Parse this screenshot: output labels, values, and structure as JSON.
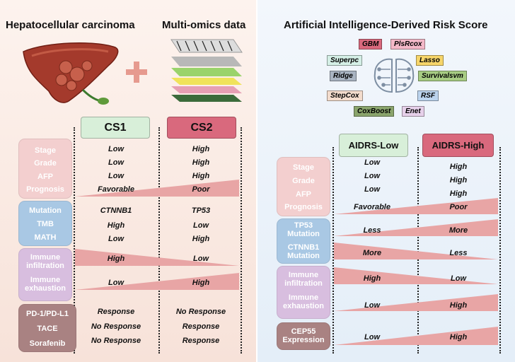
{
  "left": {
    "title_hcc": "Hepatocellular carcinoma",
    "title_omics": "Multi-omics data",
    "plus": "+",
    "cs1": "CS1",
    "cs2": "CS2",
    "clinical": {
      "labels": [
        "Stage",
        "Grade",
        "AFP",
        "Prognosis"
      ],
      "cs1": [
        "Low",
        "Low",
        "Low",
        "Favorable"
      ],
      "cs2": [
        "High",
        "High",
        "High",
        "Poor"
      ]
    },
    "genomic": {
      "labels": [
        "Mutation",
        "TMB",
        "MATH"
      ],
      "cs1": [
        "CTNNB1",
        "High",
        "Low"
      ],
      "cs2": [
        "TP53",
        "Low",
        "High"
      ]
    },
    "immune": {
      "labels": [
        "Immune infiltration",
        "Immune exhaustion"
      ],
      "cs1": [
        "High",
        "Low"
      ],
      "cs2": [
        "Low",
        "High"
      ]
    },
    "therapy": {
      "labels": [
        "PD-1/PD-L1",
        "TACE",
        "Sorafenib"
      ],
      "cs1": [
        "Response",
        "No Response",
        "No Response"
      ],
      "cs2": [
        "No Response",
        "Response",
        "Response"
      ]
    }
  },
  "right": {
    "title": "Artificial Intelligence-Derived Risk Score",
    "algorithms": [
      "GBM",
      "PlsRcox",
      "Superpc",
      "Lasso",
      "Ridge",
      "Survivalsvm",
      "StepCox",
      "RSF",
      "CoxBoost",
      "Enet"
    ],
    "low": "AIDRS-Low",
    "high": "AIDRS-High",
    "clinical": {
      "labels": [
        "Stage",
        "Grade",
        "AFP",
        "Prognosis"
      ],
      "low": [
        "Low",
        "Low",
        "Low",
        "Favorable"
      ],
      "high": [
        "High",
        "High",
        "High",
        "Poor"
      ]
    },
    "mutation": {
      "labels": [
        "TP53 Mutation",
        "CTNNB1 Mutation"
      ],
      "low": [
        "Less",
        "More"
      ],
      "high": [
        "More",
        "Less"
      ]
    },
    "immune": {
      "labels": [
        "Immune infiltration",
        "Immune exhaustion"
      ],
      "low": [
        "High",
        "Low"
      ],
      "high": [
        "Low",
        "High"
      ]
    },
    "cep55": {
      "labels": [
        "CEP55 Expression"
      ],
      "low": [
        "Low"
      ],
      "high": [
        "High"
      ]
    }
  },
  "colors": {
    "pink_box": "#f3cfcf",
    "blue_box": "#a9c8e4",
    "purple_box": "#d8bedf",
    "brown_box": "#a98282",
    "cs1_fill": "#d8efd9",
    "cs2_fill": "#d9697d",
    "triangle": "#e8a5a5"
  }
}
